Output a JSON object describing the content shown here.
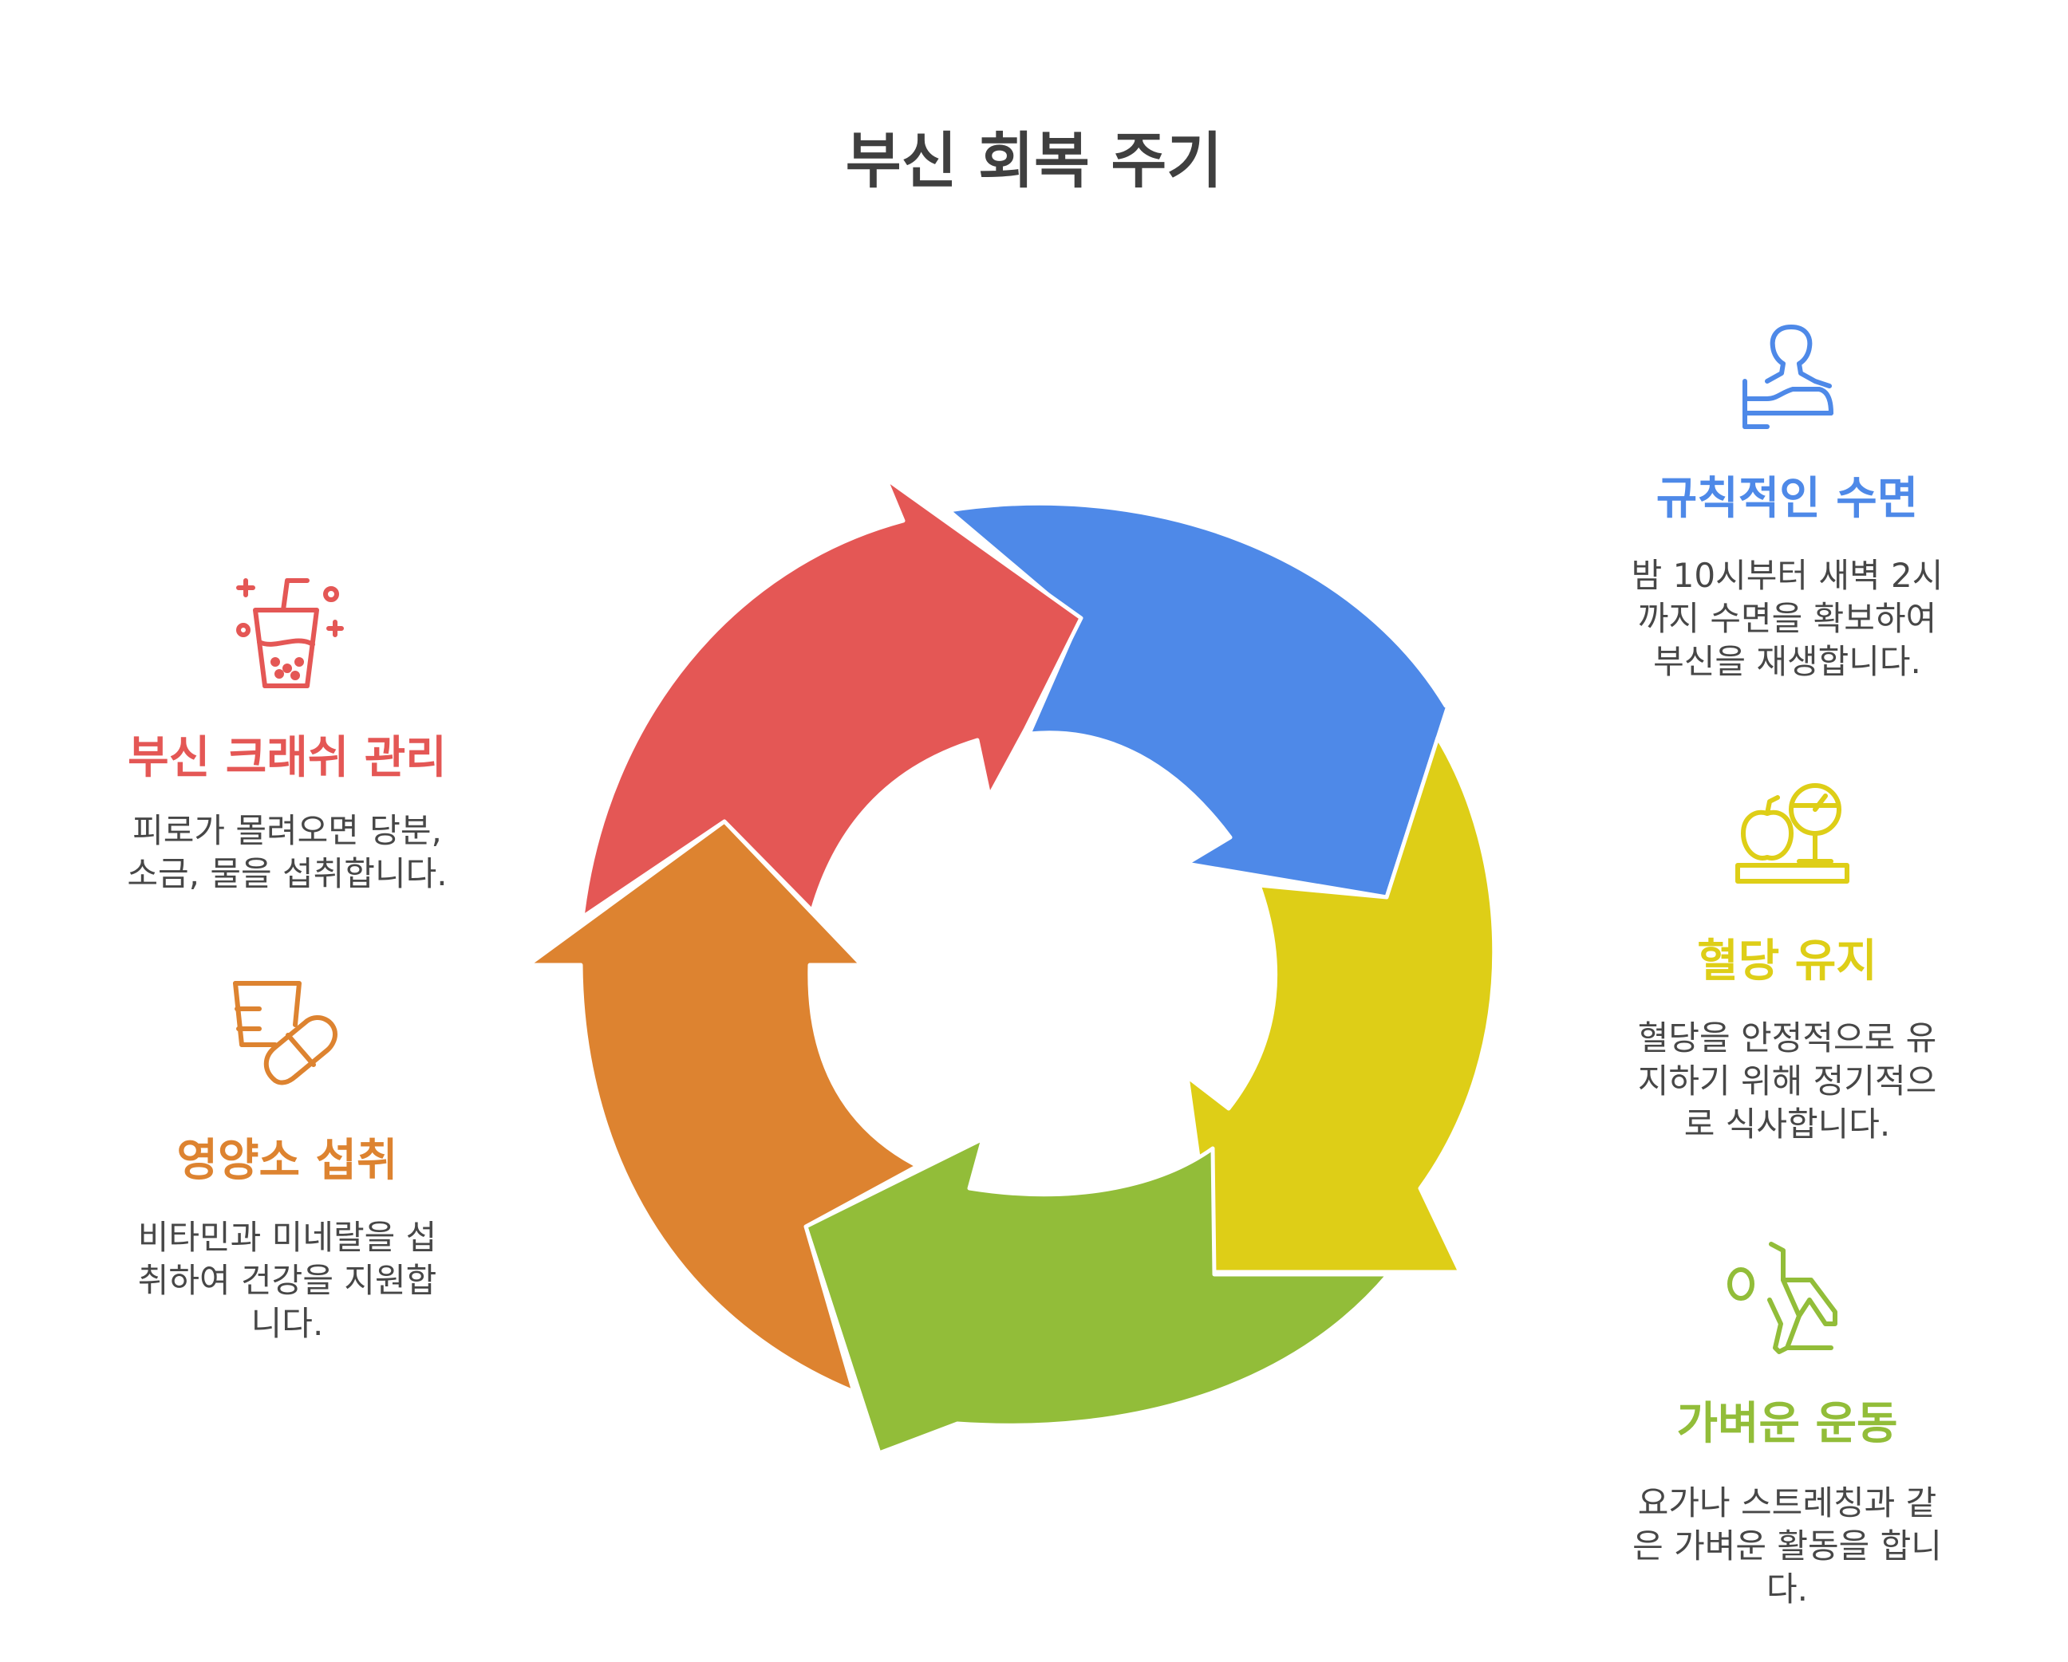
{
  "title": "부신 회복 주기",
  "colors": {
    "red": "#E45755",
    "blue": "#4E89E8",
    "yellow": "#DECE17",
    "green": "#92BD39",
    "orange": "#DD8330"
  },
  "steps": [
    {
      "label": "규칙적인 수면",
      "description": "밤 10시부터 새벽 2시\n까지 수면을 확보하여\n부신을 재생합니다.",
      "color": "#4E89E8",
      "icon": "sleeping-person-icon"
    },
    {
      "label": "혈당 유지",
      "description": "혈당을 안정적으로 유\n지하기 위해 정기적으\n로 식사합니다.",
      "color": "#DECE17",
      "icon": "apple-scale-icon"
    },
    {
      "label": "가벼운 운동",
      "description": "요가나 스트레칭과 같\n은 가벼운 활동을 합니\n다.",
      "color": "#92BD39",
      "icon": "yoga-stretch-icon"
    },
    {
      "label": "영양소 섭취",
      "description": "비타민과 미네랄을 섭\n취하여 건강을 지원합\n니다.",
      "color": "#DD8330",
      "icon": "supplement-pill-icon"
    },
    {
      "label": "부신 크래쉬 관리",
      "description": "피로가 몰려오면 당분,\n소금, 물을 섭취합니다.",
      "color": "#E45755",
      "icon": "salty-drink-icon"
    }
  ]
}
